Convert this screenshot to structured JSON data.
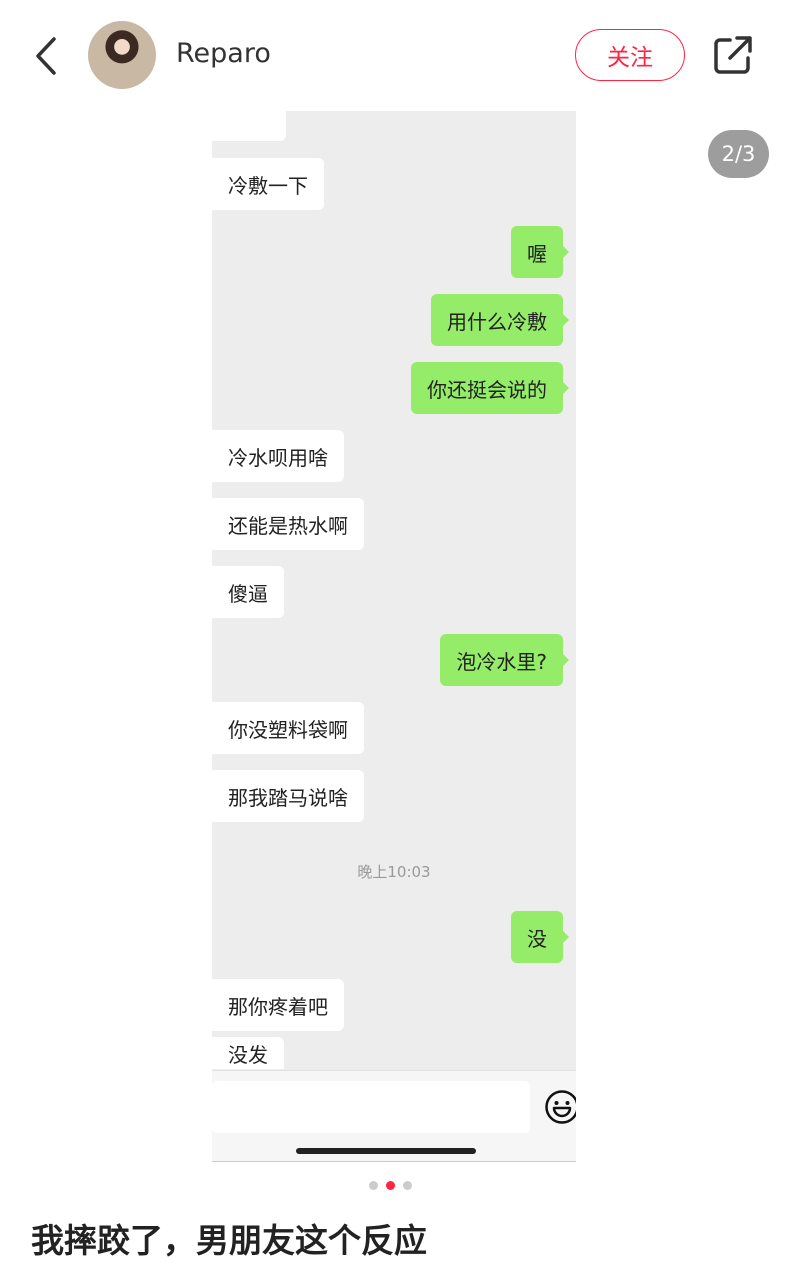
{
  "header": {
    "username": "Reparo",
    "follow_label": "关注",
    "page_counter": "2/3"
  },
  "chat": {
    "messages": [
      {
        "side": "left",
        "text": ""
      },
      {
        "side": "left",
        "text": "冷敷一下"
      },
      {
        "side": "right",
        "text": "喔"
      },
      {
        "side": "right",
        "text": "用什么冷敷"
      },
      {
        "side": "right",
        "text": "你还挺会说的"
      },
      {
        "side": "left",
        "text": "冷水呗用啥"
      },
      {
        "side": "left",
        "text": "还能是热水啊"
      },
      {
        "side": "left",
        "text": "傻逼"
      },
      {
        "side": "right",
        "text": "泡冷水里?"
      },
      {
        "side": "left",
        "text": "你没塑料袋啊"
      },
      {
        "side": "left",
        "text": "那我踏马说啥"
      },
      {
        "side": "right",
        "text": "没"
      },
      {
        "side": "left",
        "text": "那你疼着吧"
      },
      {
        "side": "left",
        "text": "没发"
      }
    ],
    "timestamp": "晚上10:03"
  },
  "carousel": {
    "active_index": 1,
    "total": 3,
    "active_color": "#ff2442"
  },
  "post": {
    "title": "我摔跤了，男朋友这个反应"
  }
}
